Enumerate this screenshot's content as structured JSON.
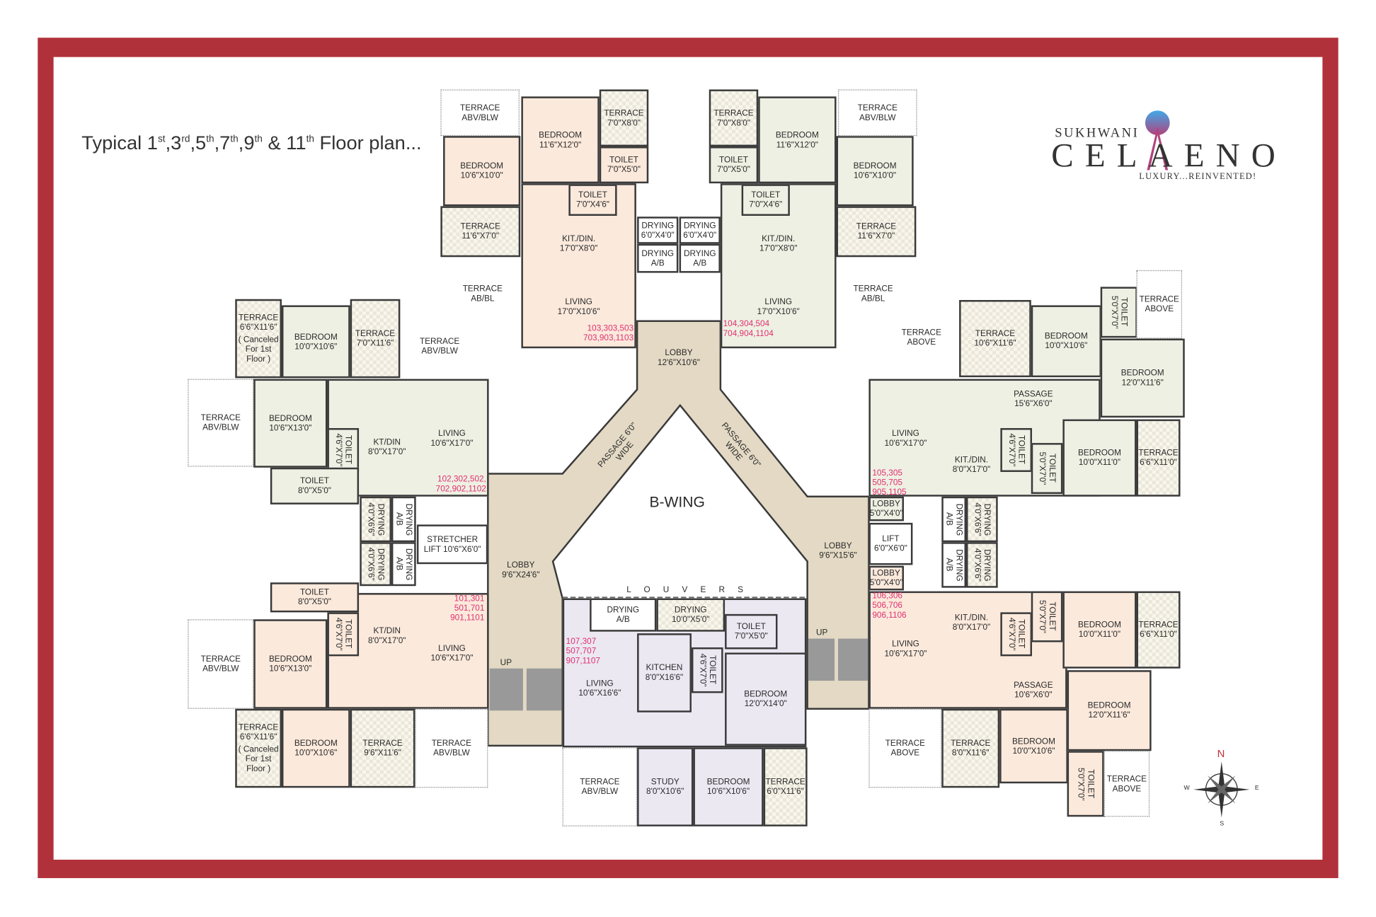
{
  "title": {
    "parts": [
      [
        "Typical 1",
        "st"
      ],
      [
        ",3",
        "rd"
      ],
      [
        ",5",
        "th"
      ],
      [
        ",7",
        "th"
      ],
      [
        ",9",
        "th"
      ],
      [
        " & 11",
        "th"
      ],
      [
        " Floor plan...",
        ""
      ]
    ]
  },
  "logo": {
    "brand": "SUKHWANI",
    "name": "CELAENO",
    "tagline": "LUXURY...REINVENTED!",
    "colors": {
      "orb_top": "#3fa9e8",
      "orb_bottom": "#b0437e"
    }
  },
  "frame_color": "#b1313a",
  "wing_label": "B-WING",
  "louvers_label": "L O U V E R S",
  "stairs_label": "UP",
  "passage_label": "PASSAGE 6'0\" WIDE",
  "compass": {
    "n": "N",
    "e": "E",
    "s": "S",
    "w": "W"
  },
  "unit_numbers": [
    "103,303,503\n703,903,1103",
    "104,304,504\n704,904,1104",
    "102,302,502,\n702,902,1102",
    "101,301\n501,701\n901,1101",
    "107,307\n507,707\n907,1107",
    "105,305\n505,705\n905,1105",
    "106,306\n506,706\n906,1106"
  ],
  "rooms": [
    {
      "name": "TERRACE",
      "size": "ABV/BLW",
      "fill": "open"
    },
    {
      "name": "BEDROOM",
      "size": "11'6\"X12'0\"",
      "fill": "peach"
    },
    {
      "name": "TERRACE",
      "size": "7'0\"X8'0\"",
      "fill": "terrace"
    },
    {
      "name": "TOILET",
      "size": "7'0\"X5'0\"",
      "fill": "peach"
    },
    {
      "name": "BEDROOM",
      "size": "10'6\"X10'0\"",
      "fill": "peach"
    },
    {
      "name": "TERRACE",
      "size": "11'6\"X7'0\"",
      "fill": "terrace"
    },
    {
      "name": "TOILET",
      "size": "7'0\"X4'6\"",
      "fill": "peach"
    },
    {
      "name": "KIT./DIN.",
      "size": "17'0\"X8'0\"",
      "fill": "none"
    },
    {
      "name": "LIVING",
      "size": "17'0\"X10'6\"",
      "fill": "none"
    },
    {
      "name": "DRYING",
      "size": "6'0\"X4'0\"",
      "fill": "white"
    },
    {
      "name": "DRYING",
      "size": "6'0\"X4'0\"",
      "fill": "white"
    },
    {
      "name": "DRYING",
      "size": "A/B",
      "fill": "white"
    },
    {
      "name": "DRYING",
      "size": "A/B",
      "fill": "white"
    },
    {
      "name": "TERRACE",
      "size": "7'0\"X8'0\"",
      "fill": "terrace"
    },
    {
      "name": "TOILET",
      "size": "7'0\"X5'0\"",
      "fill": "green"
    },
    {
      "name": "BEDROOM",
      "size": "11'6\"X12'0\"",
      "fill": "green"
    },
    {
      "name": "BEDROOM",
      "size": "10'6\"X10'0\"",
      "fill": "green"
    },
    {
      "name": "TERRACE",
      "size": "ABV/BLW",
      "fill": "open"
    },
    {
      "name": "TERRACE",
      "size": "11'6\"X7'0\"",
      "fill": "terrace"
    },
    {
      "name": "TOILET",
      "size": "7'0\"X4'6\"",
      "fill": "green"
    },
    {
      "name": "KIT./DIN.",
      "size": "17'0\"X8'0\"",
      "fill": "none"
    },
    {
      "name": "LIVING",
      "size": "17'0\"X10'6\"",
      "fill": "none"
    },
    {
      "name": "TERRACE",
      "size": "AB/BL",
      "fill": "none"
    },
    {
      "name": "TERRACE",
      "size": "AB/BL",
      "fill": "none"
    },
    {
      "name": "LOBBY",
      "size": "12'6\"X10'6\"",
      "fill": "none"
    },
    {
      "name": "TERRACE",
      "size": "6'6\"X11'6\"",
      "note": "( Canceled For 1st Floor )",
      "fill": "terrace"
    },
    {
      "name": "BEDROOM",
      "size": "10'0\"X10'6\"",
      "fill": "green"
    },
    {
      "name": "TERRACE",
      "size": "7'0\"X11'6\"",
      "fill": "terrace"
    },
    {
      "name": "TERRACE",
      "size": "ABV/BLW",
      "fill": "none"
    },
    {
      "name": "TERRACE",
      "size": "ABV/BLW",
      "fill": "open"
    },
    {
      "name": "BEDROOM",
      "size": "10'6\"X13'0\"",
      "fill": "green"
    },
    {
      "name": "TOILET",
      "size": "4'6\"X7'0\"",
      "fill": "green",
      "vertical": true
    },
    {
      "name": "TOILET",
      "size": "8'0\"X5'0\"",
      "fill": "green"
    },
    {
      "name": "KT/DIN",
      "size": "8'0\"X17'0\"",
      "fill": "none"
    },
    {
      "name": "LIVING",
      "size": "10'6\"X17'0\"",
      "fill": "none"
    },
    {
      "name": "DRYING",
      "size": "4'0\"X6'6\"",
      "fill": "terrace",
      "vertical": true
    },
    {
      "name": "DRYING",
      "size": "A/B",
      "fill": "white",
      "vertical": true
    },
    {
      "name": "DRYING",
      "size": "4'0\"X6'6\"",
      "fill": "terrace",
      "vertical": true
    },
    {
      "name": "DRYING",
      "size": "A/B",
      "fill": "white",
      "vertical": true
    },
    {
      "name": "STRETCHER",
      "size": "LIFT 10'6\"X6'0\"",
      "fill": "white"
    },
    {
      "name": "LOBBY",
      "size": "9'6\"X24'6\"",
      "fill": "none"
    },
    {
      "name": "TOILET",
      "size": "8'0\"X5'0\"",
      "fill": "peach"
    },
    {
      "name": "TOILET",
      "size": "4'6\"X7'0\"",
      "fill": "peach",
      "vertical": true
    },
    {
      "name": "BEDROOM",
      "size": "10'6\"X13'0\"",
      "fill": "peach"
    },
    {
      "name": "TERRACE",
      "size": "ABV/BLW",
      "fill": "open"
    },
    {
      "name": "KT/DIN",
      "size": "8'0\"X17'0\"",
      "fill": "none"
    },
    {
      "name": "LIVING",
      "size": "10'6\"X17'0\"",
      "fill": "none"
    },
    {
      "name": "TERRACE",
      "size": "6'6\"X11'6\"",
      "note": "( Canceled For 1st Floor )",
      "fill": "terrace"
    },
    {
      "name": "BEDROOM",
      "size": "10'0\"X10'6\"",
      "fill": "peach"
    },
    {
      "name": "TERRACE",
      "size": "9'6\"X11'6\"",
      "fill": "terrace"
    },
    {
      "name": "TERRACE",
      "size": "ABV/BLW",
      "fill": "open"
    },
    {
      "name": "DRYING",
      "size": "A/B",
      "fill": "white"
    },
    {
      "name": "DRYING",
      "size": "10'0\"X5'0\"",
      "fill": "terrace"
    },
    {
      "name": "TOILET",
      "size": "7'0\"X5'0\"",
      "fill": "lavender"
    },
    {
      "name": "KITCHEN",
      "size": "8'0\"X16'6\"",
      "fill": "lavender"
    },
    {
      "name": "TOILET",
      "size": "4'6\"X7'0\"",
      "fill": "lavender",
      "vertical": true
    },
    {
      "name": "BEDROOM",
      "size": "12'0\"X14'0\"",
      "fill": "lavender"
    },
    {
      "name": "LIVING",
      "size": "10'6\"X16'6\"",
      "fill": "none"
    },
    {
      "name": "TERRACE",
      "size": "ABV/BLW",
      "fill": "open"
    },
    {
      "name": "STUDY",
      "size": "8'0\"X10'6\"",
      "fill": "lavender"
    },
    {
      "name": "BEDROOM",
      "size": "10'6\"X10'6\"",
      "fill": "lavender"
    },
    {
      "name": "TERRACE",
      "size": "6'0\"X11'6\"",
      "fill": "terrace"
    },
    {
      "name": "LOBBY",
      "size": "9'6\"X15'6\"",
      "fill": "none"
    },
    {
      "name": "LOBBY",
      "size": "5'0\"X4'0\"",
      "fill": "green"
    },
    {
      "name": "LIFT",
      "size": "6'0\"X6'0\"",
      "fill": "white"
    },
    {
      "name": "LOBBY",
      "size": "5'0\"X4'0\"",
      "fill": "peach"
    },
    {
      "name": "TERRACE",
      "size": "ABOVE",
      "fill": "none"
    },
    {
      "name": "TERRACE",
      "size": "10'6\"X11'6\"",
      "fill": "terrace"
    },
    {
      "name": "BEDROOM",
      "size": "10'0\"X10'6\"",
      "fill": "green"
    },
    {
      "name": "TOILET",
      "size": "5'0\"X7'0\"",
      "fill": "green",
      "vertical": true
    },
    {
      "name": "TERRACE",
      "size": "ABOVE",
      "fill": "open"
    },
    {
      "name": "BEDROOM",
      "size": "12'0\"X11'6\"",
      "fill": "green"
    },
    {
      "name": "PASSAGE",
      "size": "15'6\"X6'0\"",
      "fill": "none"
    },
    {
      "name": "LIVING",
      "size": "10'6\"X17'0\"",
      "fill": "none"
    },
    {
      "name": "KIT./DIN.",
      "size": "8'0\"X17'0\"",
      "fill": "none"
    },
    {
      "name": "TOILET",
      "size": "4'6\"X7'0\"",
      "fill": "green",
      "vertical": true
    },
    {
      "name": "TOILET",
      "size": "5'0\"X7'0\"",
      "fill": "green",
      "vertical": true
    },
    {
      "name": "BEDROOM",
      "size": "10'0\"X11'0\"",
      "fill": "green"
    },
    {
      "name": "TERRACE",
      "size": "6'6\"X11'0\"",
      "fill": "terrace"
    },
    {
      "name": "DRYING",
      "size": "A/B",
      "fill": "white",
      "vertical": true
    },
    {
      "name": "DRYING",
      "size": "4'0\"X6'6\"",
      "fill": "terrace",
      "vertical": true
    },
    {
      "name": "DRYING",
      "size": "A/B",
      "fill": "white",
      "vertical": true
    },
    {
      "name": "DRYING",
      "size": "4'0\"X6'6\"",
      "fill": "terrace",
      "vertical": true
    },
    {
      "name": "LIVING",
      "size": "10'6\"X17'0\"",
      "fill": "none"
    },
    {
      "name": "KIT./DIN.",
      "size": "8'0\"X17'0\"",
      "fill": "none"
    },
    {
      "name": "TOILET",
      "size": "4'6\"X7'0\"",
      "fill": "peach",
      "vertical": true
    },
    {
      "name": "TOILET",
      "size": "5'0\"X7'0\"",
      "fill": "peach",
      "vertical": true
    },
    {
      "name": "BEDROOM",
      "size": "10'0\"X11'0\"",
      "fill": "peach"
    },
    {
      "name": "TERRACE",
      "size": "6'6\"X11'0\"",
      "fill": "terrace"
    },
    {
      "name": "PASSAGE",
      "size": "10'6\"X6'0\"",
      "fill": "none"
    },
    {
      "name": "BEDROOM",
      "size": "12'0\"X11'6\"",
      "fill": "peach"
    },
    {
      "name": "BEDROOM",
      "size": "10'0\"X10'6\"",
      "fill": "peach"
    },
    {
      "name": "TERRACE",
      "size": "8'0\"X11'6\"",
      "fill": "terrace"
    },
    {
      "name": "TERRACE",
      "size": "ABOVE",
      "fill": "open"
    },
    {
      "name": "TOILET",
      "size": "5'0\"X7'0\"",
      "fill": "peach",
      "vertical": true
    },
    {
      "name": "TERRACE",
      "size": "ABOVE",
      "fill": "open"
    }
  ]
}
